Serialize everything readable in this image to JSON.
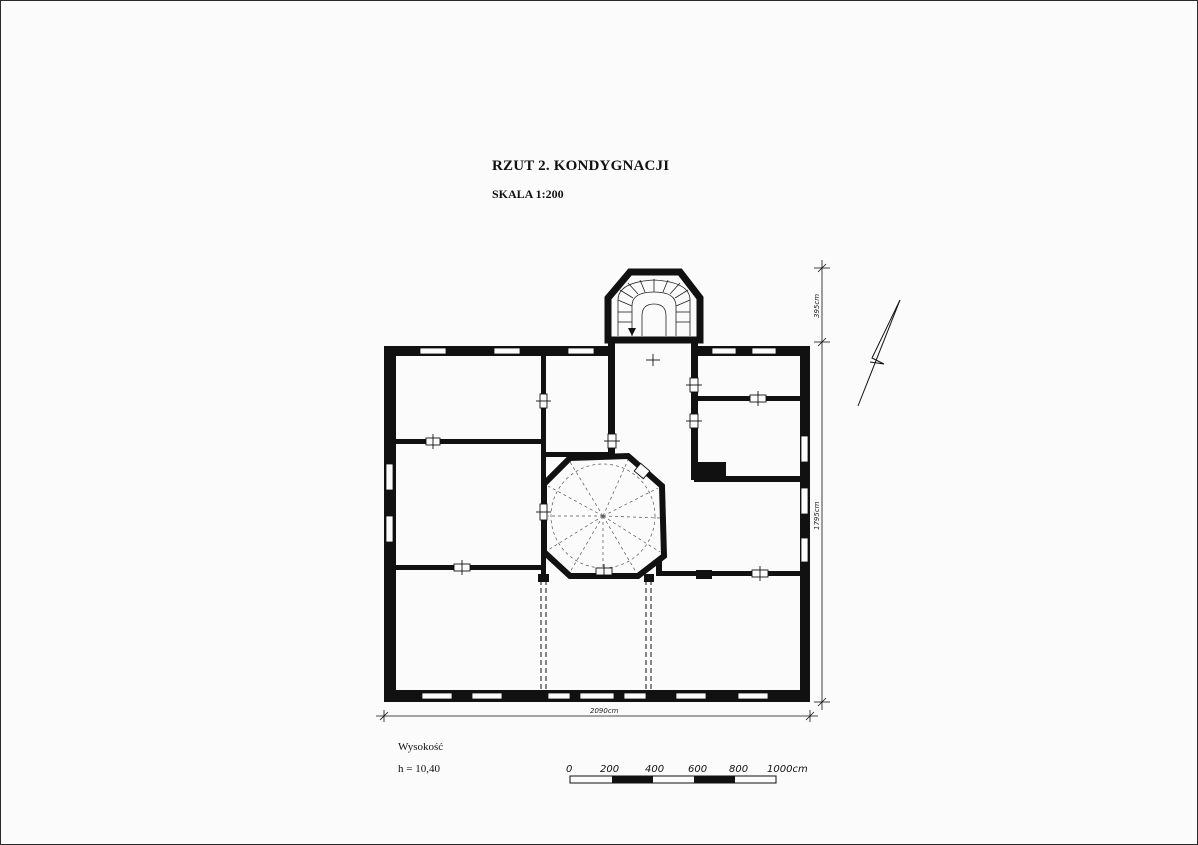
{
  "sheet": {
    "title": "RZUT 2. KONDYGNACJI",
    "scale": "SKALA 1:200"
  },
  "dimensions": {
    "width_label": "2090cm",
    "height_label": "1795cm",
    "tower_label": "395cm"
  },
  "height_note": {
    "label": "Wysokość",
    "value": "h = 10,40"
  },
  "scale_bar": {
    "ticks": [
      "0",
      "200",
      "400",
      "600",
      "800",
      "1000cm"
    ]
  },
  "colors": {
    "ink": "#111111",
    "paper": "#fbfbfb"
  },
  "icons": {
    "north_arrow": "north-arrow-icon"
  }
}
